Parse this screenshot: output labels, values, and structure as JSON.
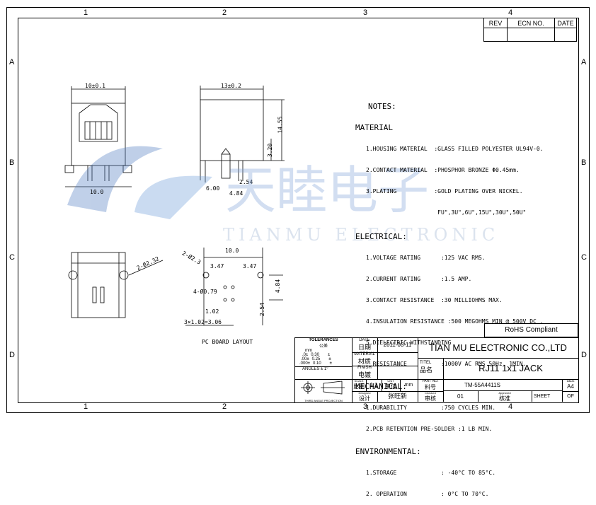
{
  "zones": {
    "columns": [
      "1",
      "2",
      "3",
      "4"
    ],
    "rows": [
      "A",
      "B",
      "C",
      "D"
    ]
  },
  "revision_table": {
    "rev": "REV",
    "ecn_no": "ECN NO.",
    "date": "DATE"
  },
  "watermark": {
    "chinese": "天睦电子",
    "english": "TIANMU ELECTRONIC"
  },
  "dimensions": {
    "top_width": "10±0.1",
    "side_width": "13±0.2",
    "height_total": "14.55",
    "height_320": "3.20",
    "bottom_width": "10.0",
    "d600": "6.00",
    "d484": "4.84",
    "d254": "2.54",
    "holes_large": "2-Ø2.32",
    "pcb_width": "10.0",
    "pcb_hole_2": "2-Ø2.3",
    "pcb_347_left": "3.47",
    "pcb_347_right": "3.47",
    "pcb_holes_4": "4-Ø0.79",
    "pcb_484": "4.84",
    "pcb_254": "2.54",
    "pcb_102": "1.02",
    "pcb_pitch": "3×1.02=3.06"
  },
  "pc_board_label": "PC BOARD LAYOUT",
  "notes": {
    "title": "NOTES:",
    "material": {
      "heading": "MATERIAL",
      "lines": [
        "1.HOUSING MATERIAL  :GLASS FILLED POLYESTER UL94V-0.",
        "2.CONTACT MATERIAL  :PHOSPHOR BRONZE Φ0.45mm.",
        "3.PLATING           :GOLD PLATING OVER NICKEL.",
        "                     FU\",3U\",6U\",15U\",30U\",50U\""
      ]
    },
    "electrical": {
      "heading": "ELECTRICAL:",
      "lines": [
        "1.VOLTAGE RATING      :125 VAC RMS.",
        "2.CURRENT RATING      :1.5 AMP.",
        "3.CONTACT RESISTANCE  :30 MILLIOHMS MAX.",
        "4.INSULATION RESISTANCE :500 MEGOHMS MIN @ 500V DC .",
        "5.DIELECTRIC WITHSTANDING",
        "  RESISTANCE          :1000V AC RMS 50Hz. 1MIN."
      ]
    },
    "mechanical": {
      "heading": "MECHANICAL:",
      "lines": [
        "1.DURABILITY          :750 CYCLES MIN.",
        "2.PCB RETENTION PRE-SOLDER :1 LB MIN."
      ]
    },
    "environmental": {
      "heading": "ENVIRONMENTAL:",
      "lines": [
        "1.STORAGE             : -40°C TO 85°C.",
        "2. OPERATION          : 0°C TO 70°C."
      ]
    }
  },
  "title_block": {
    "rohs": "RoHS Compliant",
    "tolerances_label": "TOLERANCES",
    "tolerances_cn": "公差",
    "mm": "mm",
    "tol_rows": [
      [
        ".0±",
        "0.30",
        "±"
      ],
      [
        ".00±",
        "0.25",
        "±"
      ],
      [
        ".000±",
        "0.10",
        "±"
      ]
    ],
    "angles": "ANGLES  ±  1°",
    "date_label": "DATE",
    "date_cn": "日期",
    "date_value": "2011-03-11",
    "material_label": "MATERIAL",
    "material_cn": "材质",
    "finish_label": "FINISH",
    "finish_cn": "电镀",
    "company": "TIAN MU ELECTRONIC CO.,LTD",
    "title_label": "TITEL",
    "title_cn": "品名",
    "title_value": "RJ11 1x1 JACK",
    "scale_label": "SCALE",
    "scale_cn": "比例",
    "scale_value": "1:1",
    "unit_label": "UNIT",
    "unit_cn": "单位",
    "unit_value": "mm",
    "part_no_label": "PART NO.",
    "part_no_cn": "料号",
    "part_no_value": "TM-55A4411S",
    "size_label": "SIZE",
    "size_value": "A4",
    "projection": "THIRD ANGLE PROJECTION",
    "designed_label": "Designed",
    "designed_cn": "设计",
    "designer": "张旺新",
    "checked_label": "Checked",
    "checked_cn": "审核",
    "checked_value": "01",
    "approved_label": "Approved",
    "approved_cn": "核准",
    "sheet_label": "SHEET",
    "of_label": "OF"
  }
}
